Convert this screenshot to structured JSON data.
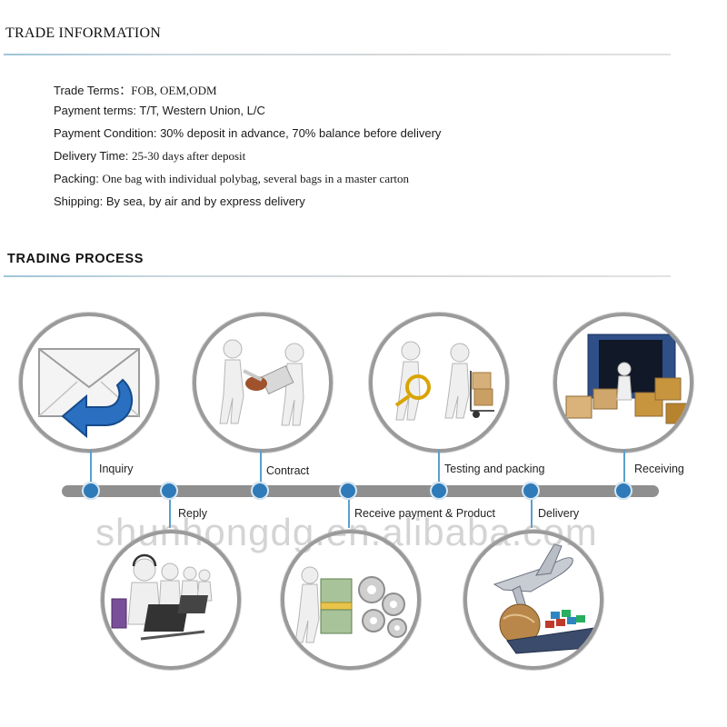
{
  "sections": {
    "trade_information_title": "TRADE INFORMATION",
    "trading_process_title": "TRADING PROCESS"
  },
  "trade_info": [
    {
      "label": "Trade Terms：",
      "value": "FOB,  OEM,ODM"
    },
    {
      "label": "Payment terms: ",
      "value": "T/T, Western Union, L/C"
    },
    {
      "label": "Payment Condition: ",
      "value": "30% deposit in advance, 70% balance before delivery"
    },
    {
      "label": "Delivery Time: ",
      "value": " 25-30 days after deposit"
    },
    {
      "label": "Packing: ",
      "value": " One bag with individual polybag, several bags in a master carton"
    },
    {
      "label": "Shipping: ",
      "value": "By sea,  by air and by express delivery"
    }
  ],
  "process_steps": {
    "inquiry": "Inquiry",
    "reply": "Reply",
    "contract": "Contract",
    "receive_payment_product": "Receive payment & Product",
    "testing_packing": "Testing and packing",
    "delivery": "Delivery",
    "receiving": "Receiving"
  },
  "watermark": "shunhongdg.en.alibaba.com",
  "colors": {
    "timeline": "#8f8f8f",
    "dot": "#2f7ab8",
    "tick": "#5aa0cc",
    "circle_border": "#9a9a9a",
    "rule_accent": "#9fc4d8"
  },
  "icons": {
    "inquiry": "envelope-reply-icon",
    "reply": "call-center-operators-icon",
    "contract": "handshake-contract-icon",
    "receive_payment": "money-and-gears-icon",
    "testing_packing": "magnifier-and-hand-truck-icon",
    "delivery": "airplane-globe-ship-icon",
    "receiving": "container-with-boxes-icon"
  }
}
